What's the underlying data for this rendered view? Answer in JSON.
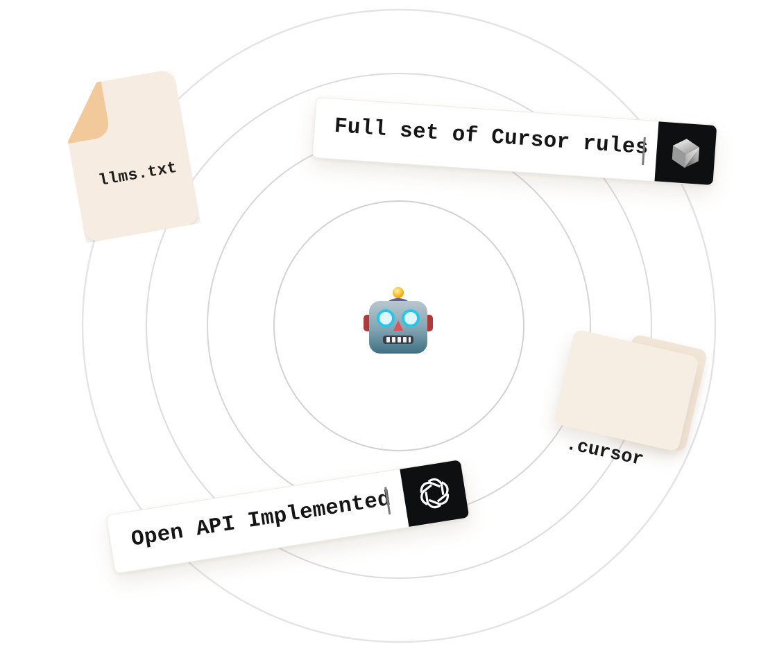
{
  "center": {
    "icon": "robot-face-icon"
  },
  "file": {
    "label": "llms.txt",
    "icon": "text-file-icon"
  },
  "cursor_rules": {
    "text": "Full set of Cursor rules",
    "icon": "cursor-logo-icon"
  },
  "folder": {
    "label": ".cursor",
    "icon": "folder-icon"
  },
  "openai": {
    "text": "Open API Implemented",
    "icon": "openai-logo-icon"
  },
  "colors": {
    "card_beige": "#f6ece1",
    "fold_orange": "#f1c99b",
    "icon_box_black": "#0d0f11",
    "ring_gray": "#d9d9dc"
  }
}
